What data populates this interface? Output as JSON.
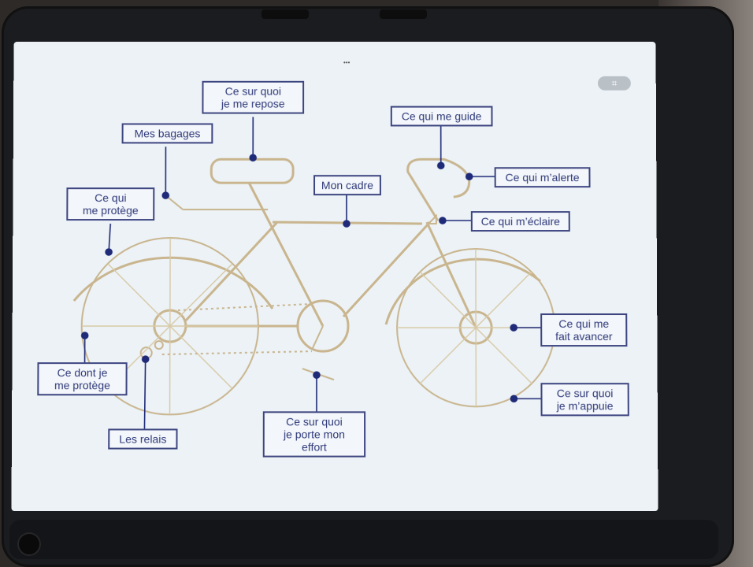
{
  "screen": {
    "crop_icon": "crop-icon",
    "crop_glyph": "⌗"
  },
  "labels": {
    "ce_sur_quoi_je_me_repose": "Ce sur quoi\nje me repose",
    "mes_bagages": "Mes bagages",
    "ce_qui_me_protege": "Ce qui\nme protège",
    "mon_cadre": "Mon cadre",
    "ce_qui_me_guide": "Ce qui me guide",
    "ce_qui_m_alerte": "Ce qui m’alerte",
    "ce_qui_m_eclaire": "Ce qui m’éclaire",
    "ce_qui_me_fait_avancer": "Ce qui me\nfait avancer",
    "ce_sur_quoi_je_m_appuie": "Ce sur quoi\nje m’appuie",
    "ce_dont_je_me_protege": "Ce dont je\nme protège",
    "les_relais": "Les relais",
    "ce_sur_quoi_je_porte_mon_effort": "Ce sur quoi\nje porte mon\neffort"
  },
  "colors": {
    "bike_line": "#c9b58e",
    "label_border": "#3d4580",
    "label_text": "#2f3a7a",
    "connector": "#1f2a78",
    "screen_bg": "#ecf2f6"
  }
}
